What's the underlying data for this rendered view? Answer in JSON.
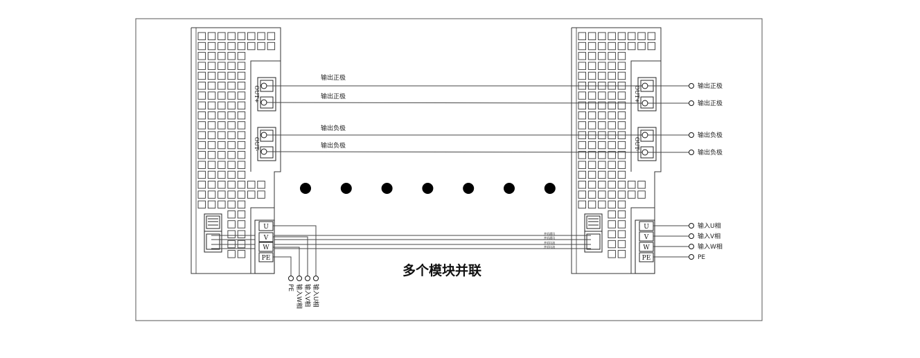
{
  "title": "多个模块并联",
  "out_plus_label": "OUT+",
  "out_minus_label": "OUT-",
  "terminals": {
    "u": "U",
    "v": "V",
    "w": "W",
    "pe": "PE"
  },
  "left_output_labels": [
    "输出正极",
    "输出正极",
    "输出负极",
    "输出负极"
  ],
  "right_output_labels": [
    "输出正极",
    "输出正极",
    "输出负极",
    "输出负极"
  ],
  "right_input_labels": [
    "输入U相",
    "输入V相",
    "输入W相",
    "PE"
  ],
  "bottom_input_labels": [
    "PE",
    "输入W相",
    "输入V相",
    "输入U相"
  ],
  "comm_labels": [
    "并机通讯",
    "并机通讯",
    "并机均流",
    "并机均流"
  ],
  "dot_count": 7
}
